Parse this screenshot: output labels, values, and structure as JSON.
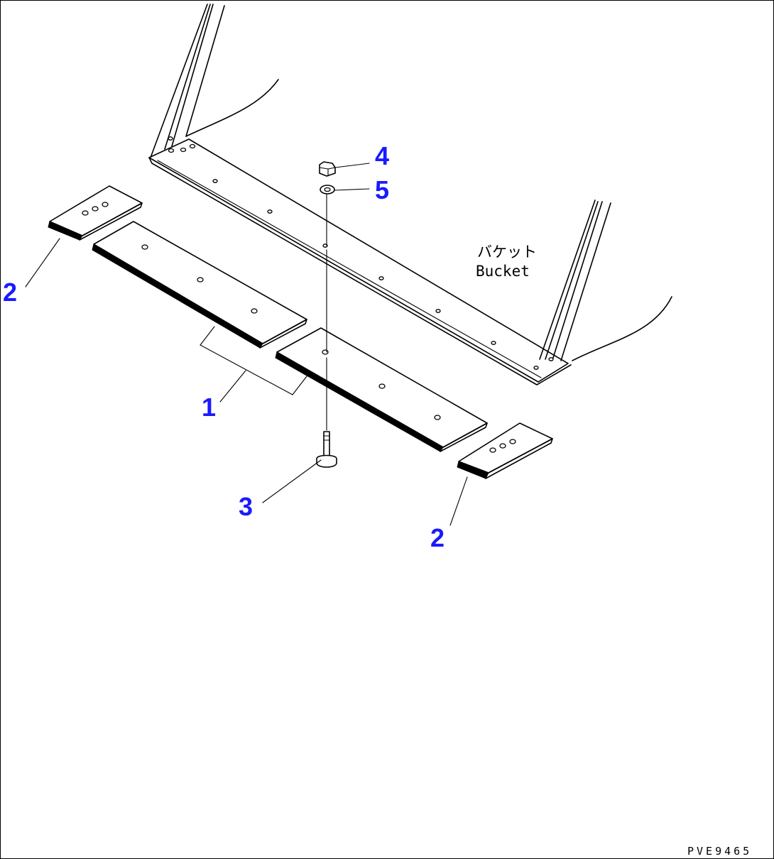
{
  "callouts": {
    "part1": "1",
    "part2_left": "2",
    "part2_right": "2",
    "part3": "3",
    "part4": "4",
    "part5": "5"
  },
  "labels": {
    "bucket_jp": "バケット",
    "bucket_en": "Bucket"
  },
  "drawing_code": "PVE9465",
  "colors": {
    "callout": "#1a1aff",
    "line": "#000000",
    "background": "#ffffff"
  }
}
